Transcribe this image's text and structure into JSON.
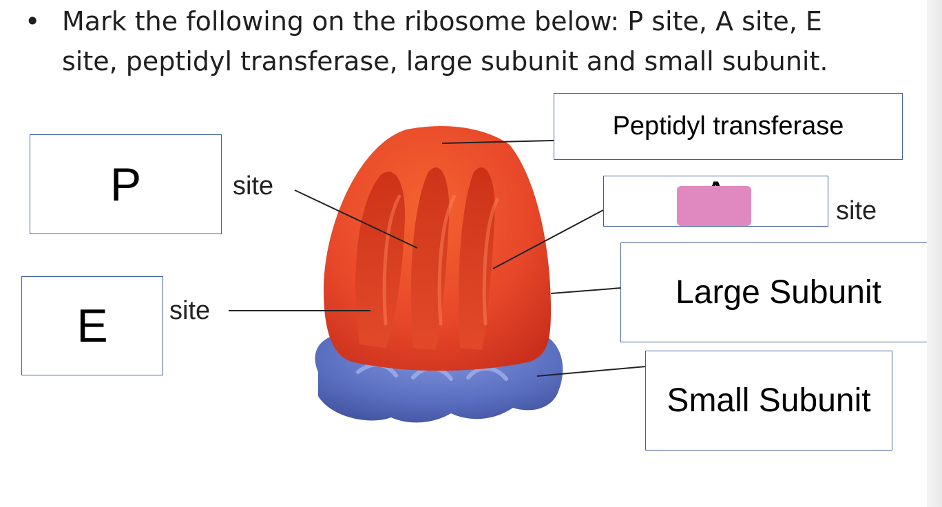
{
  "instruction": {
    "bullet": "•",
    "text": "Mark the following on the ribosome below: P site, A site, E site, peptidyl transferase, large subunit and small subunit."
  },
  "diagram": {
    "site_label": "site",
    "colors": {
      "large_subunit": "#e8482a",
      "small_subunit": "#5a6fc0",
      "box_border": "#3f5f9f",
      "marker": "#e089c0"
    }
  },
  "answers": {
    "p_site": "P",
    "e_site": "E",
    "a_site": "A",
    "peptidyl_transferase": "Peptidyl transferase",
    "large_subunit": "Large Subunit",
    "small_subunit": "Small Subunit"
  }
}
